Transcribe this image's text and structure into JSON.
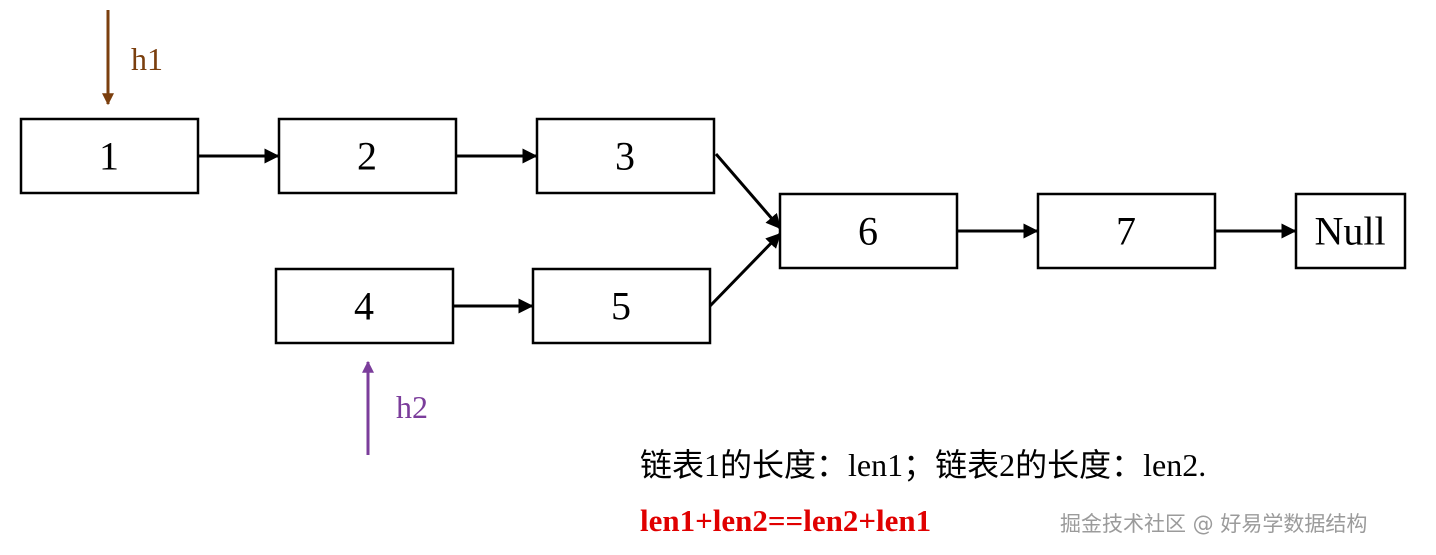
{
  "colors": {
    "h1": "#7b3f0e",
    "h2": "#7b3d9b",
    "formula": "#e00000",
    "watermark": "#8a8a8a"
  },
  "nodes": [
    {
      "id": "n1",
      "label": "1"
    },
    {
      "id": "n2",
      "label": "2"
    },
    {
      "id": "n3",
      "label": "3"
    },
    {
      "id": "n4",
      "label": "4"
    },
    {
      "id": "n5",
      "label": "5"
    },
    {
      "id": "n6",
      "label": "6"
    },
    {
      "id": "n7",
      "label": "7"
    },
    {
      "id": "null",
      "label": "Null"
    }
  ],
  "edges": [
    {
      "from": "1",
      "to": "2"
    },
    {
      "from": "2",
      "to": "3"
    },
    {
      "from": "3",
      "to": "6"
    },
    {
      "from": "4",
      "to": "5"
    },
    {
      "from": "5",
      "to": "6"
    },
    {
      "from": "6",
      "to": "7"
    },
    {
      "from": "7",
      "to": "Null"
    }
  ],
  "pointers": {
    "h1": "h1",
    "h2": "h2"
  },
  "caption": "链表1的长度：len1；链表2的长度：len2.",
  "formula": "len1+len2==len2+len1",
  "watermark": "掘金技术社区 @ 好易学数据结构"
}
